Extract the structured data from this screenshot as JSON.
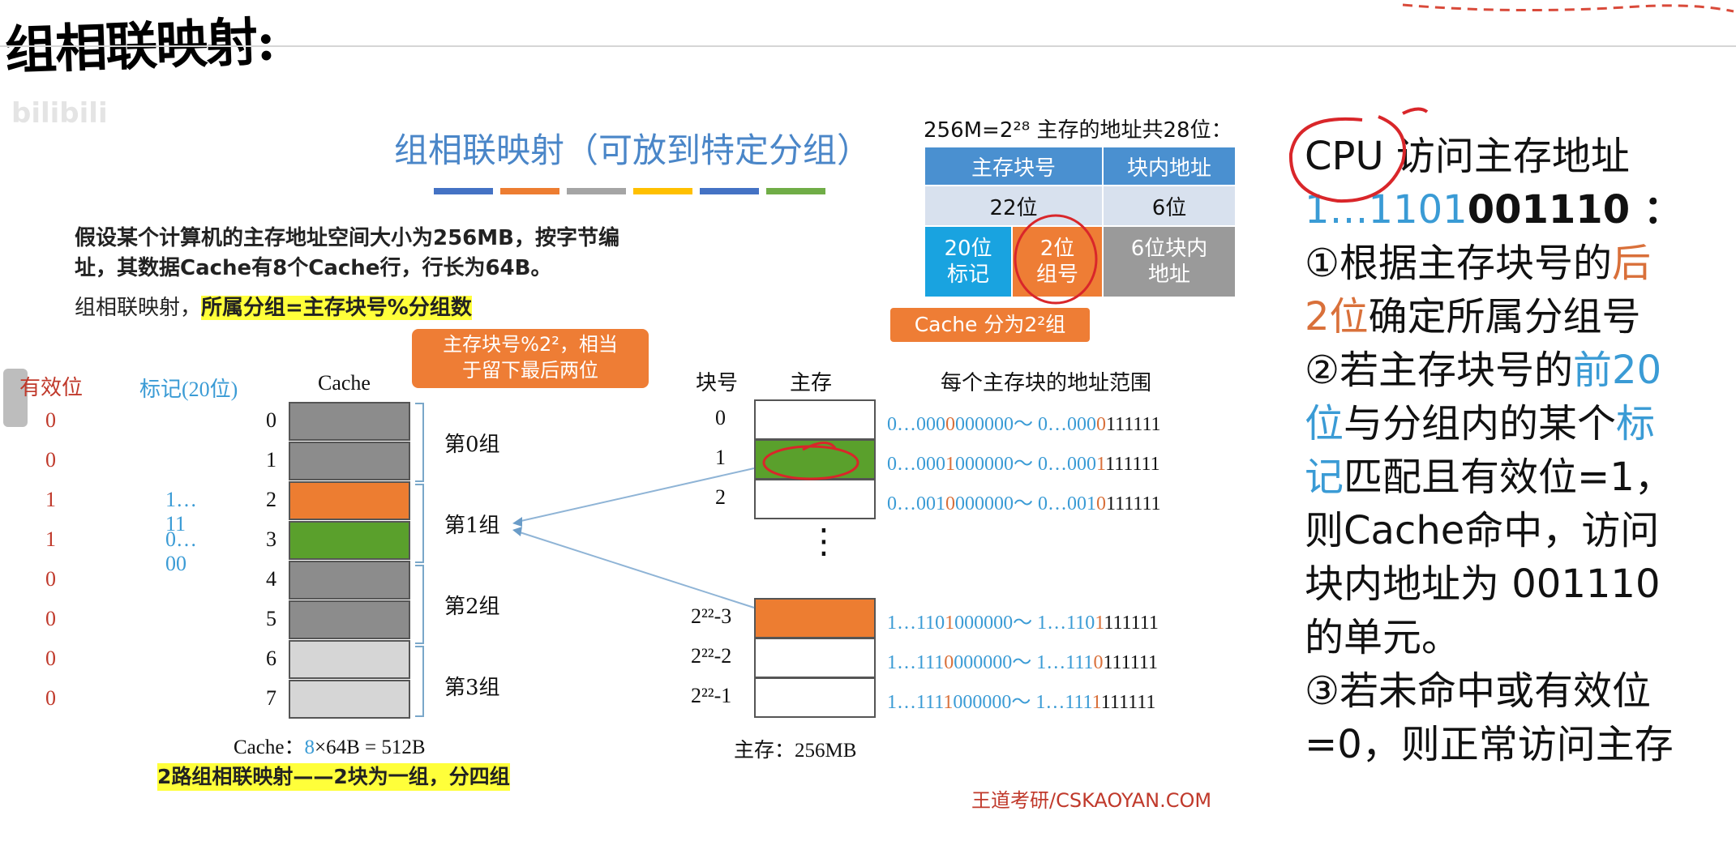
{
  "hand_title": "组相联映射:",
  "watermark_bili": "bilibili",
  "slide": {
    "title": "组相联映射（可放到特定分组）",
    "title_bar_colors": [
      "#4472c4",
      "#ed7d31",
      "#a5a5a5",
      "#ffc000",
      "#4472c4",
      "#70ad47"
    ],
    "para1_line1": "假设某个计算机的主存地址空间大小为256MB，按字节编",
    "para1_line2": "址，其数据Cache有8个Cache行，行长为64B。",
    "para2_prefix": "组相联映射，",
    "para2_highlight": "所属分组=主存块号%分组数",
    "callout_line1": "主存块号%2²，相当",
    "callout_line2": "于留下最后两位"
  },
  "cache": {
    "header_valid": "有效位",
    "header_tag": "标记(20位)",
    "header_cache": "Cache",
    "rows": [
      {
        "index": "0",
        "valid": "0",
        "tag": "",
        "color": "#8c8c8c"
      },
      {
        "index": "1",
        "valid": "0",
        "tag": "",
        "color": "#8c8c8c"
      },
      {
        "index": "2",
        "valid": "1",
        "tag": "1…11",
        "color": "#ed7d31"
      },
      {
        "index": "3",
        "valid": "1",
        "tag": "0…00",
        "color": "#5aa02c"
      },
      {
        "index": "4",
        "valid": "0",
        "tag": "",
        "color": "#8c8c8c"
      },
      {
        "index": "5",
        "valid": "0",
        "tag": "",
        "color": "#8c8c8c"
      },
      {
        "index": "6",
        "valid": "0",
        "tag": "",
        "color": "#d6d6d6"
      },
      {
        "index": "7",
        "valid": "0",
        "tag": "",
        "color": "#d6d6d6"
      }
    ],
    "groups": [
      "第0组",
      "第1组",
      "第2组",
      "第3组"
    ],
    "size_prefix": "Cache：",
    "size_num": "8",
    "size_rest": "×64B = 512B",
    "footer_highlight": "2路组相联映射——2块为一组，分四组"
  },
  "memory": {
    "header_block": "块号",
    "header_mem": "主存",
    "header_range": "每个主存块的地址范围",
    "dots": "⋮",
    "rows": [
      {
        "block": "0",
        "color": "#ffffff",
        "range_a1": "0…000",
        "range_a2": "0",
        "range_a3": "000000～ 0…000",
        "range_a4": "0",
        "range_a5": "111111"
      },
      {
        "block": "1",
        "color": "#5aa02c",
        "range_a1": "0…000",
        "range_a2": "1",
        "range_a3": "000000～ 0…000",
        "range_a4": "1",
        "range_a5": "111111"
      },
      {
        "block": "2",
        "color": "#ffffff",
        "range_a1": "0…001",
        "range_a2": "0",
        "range_a3": "000000～ 0…001",
        "range_a4": "0",
        "range_a5": "111111"
      },
      {
        "block": "2²²-3",
        "color": "#ed7d31",
        "range_a1": "1…110",
        "range_a2": "1",
        "range_a3": "000000～ 1…110",
        "range_a4": "1",
        "range_a5": "111111"
      },
      {
        "block": "2²²-2",
        "color": "#ffffff",
        "range_a1": "1…111",
        "range_a2": "0",
        "range_a3": "000000～ 1…111",
        "range_a4": "0",
        "range_a5": "111111"
      },
      {
        "block": "2²²-1",
        "color": "#ffffff",
        "range_a1": "1…111",
        "range_a2": "1",
        "range_a3": "000000～ 1…111",
        "range_a4": "1",
        "range_a5": "111111"
      }
    ],
    "size_label": "主存：256MB"
  },
  "address_format": {
    "caption": "256M=2²⁸ 主存的地址共28位：",
    "col1": "主存块号",
    "col2": "块内地址",
    "bits22": "22位",
    "bits6": "6位",
    "tag_line1": "20位",
    "tag_line2": "标记",
    "group_line1": "2位",
    "group_line2": "组号",
    "offset_line1": "6位块内",
    "offset_line2": "地址",
    "cache_groups": "Cache 分为2²组"
  },
  "explanation": {
    "l1": "CPU 访问主存地址",
    "l2_blue": "1…1101",
    "l2_black": "001110 ：",
    "l3a": "①根据主存块号的",
    "l3b": "后",
    "l4a": "2位",
    "l4b": "确定所属分组号",
    "l5a": "②若主存块号的",
    "l5b": "前20",
    "l6a": "位",
    "l6b": "与分组内的某个",
    "l6c": "标",
    "l7a": "记",
    "l7b": "匹配且有效位=1，",
    "l8": "则Cache命中，访问",
    "l9": "块内地址为 001110",
    "l10": "的单元。",
    "l11": "③若未命中或有效位",
    "l12": "=0，则正常访问主存"
  },
  "footer_watermark": "王道考研/CSKAOYAN.COM"
}
